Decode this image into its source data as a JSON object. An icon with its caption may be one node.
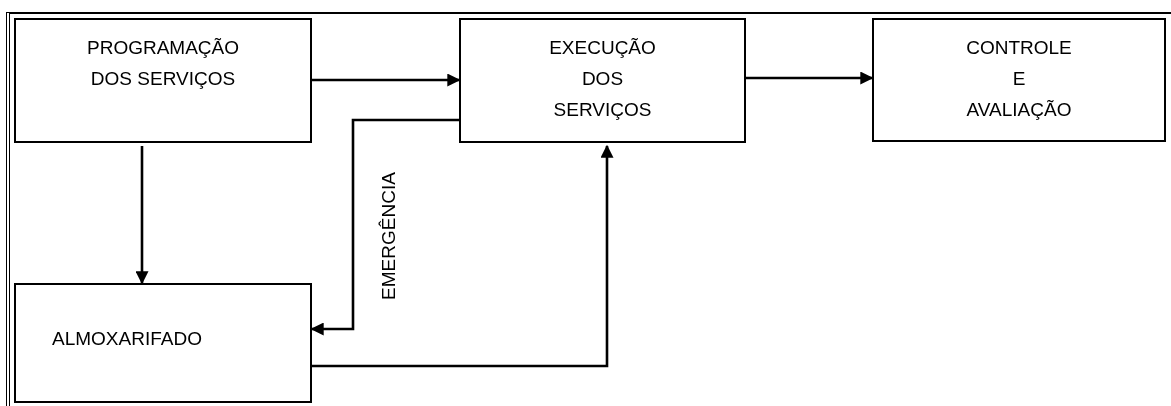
{
  "diagram": {
    "nodes": [
      {
        "text": [
          "PROGRAMAÇÃO DOS SERVIÇOS"
        ]
      },
      {
        "text": [
          "EXECUÇÃO DOS SERVIÇOS"
        ]
      },
      {
        "text": [
          "CONTROLE E AVALIAÇÃO"
        ]
      },
      {
        "text": [
          "ALMOXARIFADO"
        ]
      }
    ],
    "edges": [
      {
        "from": 0,
        "to": 1,
        "arrow": "to"
      },
      {
        "from": 1,
        "to": 2,
        "arrow": "to"
      },
      {
        "from": 0,
        "to": 3,
        "arrow": "to"
      },
      {
        "from": 1,
        "to": 3,
        "arrow": "to",
        "label": "EMERGÊNCIA"
      },
      {
        "from": 3,
        "to": 1,
        "arrow": "to"
      }
    ]
  }
}
